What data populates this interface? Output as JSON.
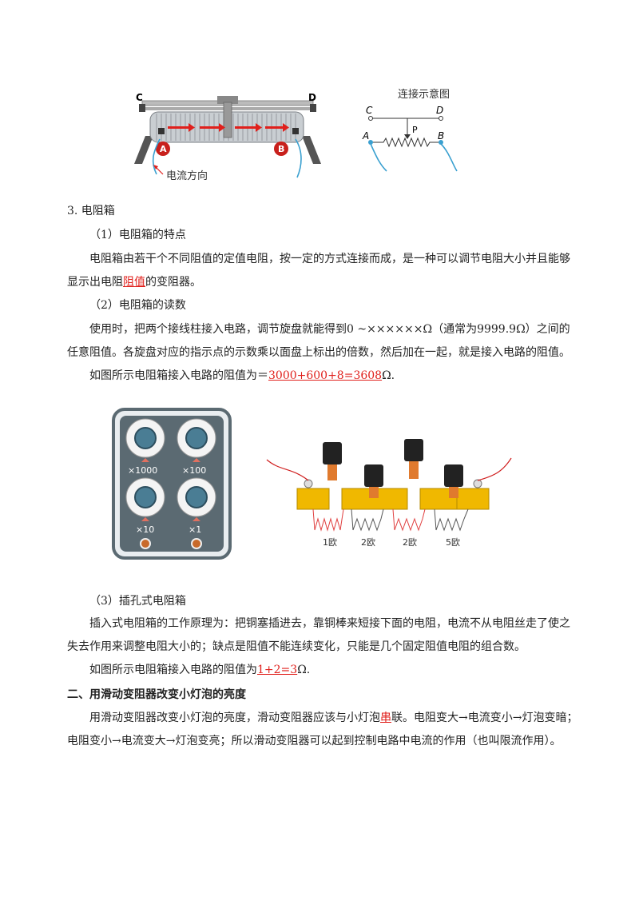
{
  "figure1": {
    "rheostat": {
      "terminal_c": "C",
      "terminal_d": "D",
      "terminal_a": "A",
      "terminal_b": "B",
      "current_caption": "电流方向"
    },
    "schematic": {
      "title": "连接示意图",
      "c": "C",
      "d": "D",
      "a": "A",
      "b": "B",
      "p": "P"
    }
  },
  "section3": {
    "heading": "3. 电阻箱",
    "sub1": "（1）电阻箱的特点",
    "p1_before": "电阻箱由若干个不同阻值的定值电阻，按一定的方式连接而成，是一种可以调节电阻大小并且能够显示出电阻",
    "p1_red": "阻值",
    "p1_after": "的变阻器。",
    "sub2": "（2）电阻箱的读数",
    "p2": "使用时，把两个接线柱接入电路，调节旋盘就能得到0 ~××××××Ω（通常为9999.9Ω）之间的任意阻值。各旋盘对应的指示点的示数乘以面盘上标出的倍数，然后加在一起，就是接入电路的阻值。",
    "p3_before": "如图所示电阻箱接入电路的阻值为＝",
    "p3_red": "3000+600+8=3608",
    "p3_after": "Ω."
  },
  "figure2": {
    "dial_labels": [
      "×1000",
      "×100",
      "×10",
      "×1"
    ],
    "plug_labels": [
      "1欧",
      "2欧",
      "2欧",
      "5欧"
    ]
  },
  "section3b": {
    "sub3": "（3）插孔式电阻箱",
    "p4": "插入式电阻箱的工作原理为：把铜塞插进去，靠铜棒来短接下面的电阻，电流不从电阻丝走了使之失去作用来调整电阻大小的；缺点是阻值不能连续变化，只能是几个固定阻值电阻的组合数。",
    "p5_before": "如图所示电阻箱接入电路的阻值为",
    "p5_red": "1+2=3",
    "p5_after": "Ω."
  },
  "section2": {
    "heading": "二、用滑动变阻器改变小灯泡的亮度",
    "p_before": "用滑动变阻器改变小灯泡的亮度，滑动变阻器应该与小灯泡",
    "p_red": "串",
    "p_after": "联。电阻变大→电流变小→灯泡变暗；电阻变小→电流变大→灯泡变亮；所以滑动变阻器可以起到控制电路中电流的作用（也叫限流作用）。"
  },
  "colors": {
    "accent_red": "#e0201c",
    "wire_blue": "#3aa0d0",
    "dial_panel": "#5b6a72",
    "plug_block": "#f0b800"
  }
}
